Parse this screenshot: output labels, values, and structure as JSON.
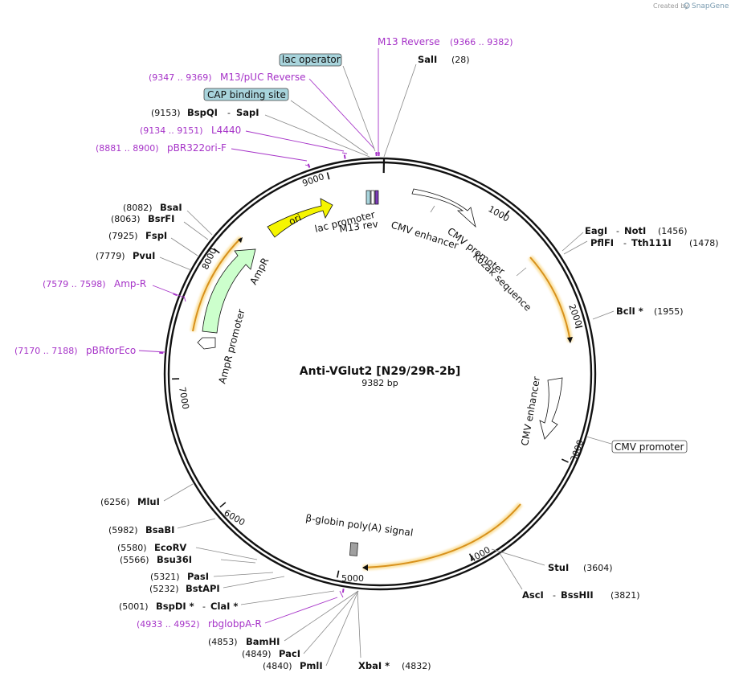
{
  "credit": {
    "text": "Created by",
    "brand": "SnapGene"
  },
  "plasmid": {
    "name": "Anti-VGlut2 [N29/29R-2b]",
    "length": "9382 bp",
    "total_bp": 9382
  },
  "ticks": [
    {
      "bp": 1000,
      "label": "1000"
    },
    {
      "bp": 2000,
      "label": "2000"
    },
    {
      "bp": 3000,
      "label": "3000"
    },
    {
      "bp": 4000,
      "label": "4000"
    },
    {
      "bp": 5000,
      "label": "5000"
    },
    {
      "bp": 6000,
      "label": "6000"
    },
    {
      "bp": 7000,
      "label": "7000"
    },
    {
      "bp": 8000,
      "label": "8000"
    },
    {
      "bp": 9000,
      "label": "9000"
    }
  ],
  "sites": [
    {
      "id": "sali",
      "bp": 28,
      "names": [
        "SalI"
      ],
      "pos": "(28)"
    },
    {
      "id": "eagi",
      "bp": 1456,
      "names": [
        "EagI",
        "NotI"
      ],
      "pos": "(1456)"
    },
    {
      "id": "pflfi",
      "bp": 1478,
      "names": [
        "PflFI",
        "Tth111I"
      ],
      "pos": "(1478)"
    },
    {
      "id": "bcli",
      "bp": 1955,
      "names": [
        "BclI *"
      ],
      "pos": "(1955)"
    },
    {
      "id": "stui",
      "bp": 3604,
      "names": [
        "StuI"
      ],
      "pos": "(3604)"
    },
    {
      "id": "asci",
      "bp": 3821,
      "names": [
        "AscI",
        "BssHII"
      ],
      "pos": "(3821)"
    },
    {
      "id": "xbai",
      "bp": 4832,
      "names": [
        "XbaI *"
      ],
      "pos": "(4832)"
    },
    {
      "id": "pmli",
      "bp": 4840,
      "names": [
        "PmlI"
      ],
      "pos": "(4840)"
    },
    {
      "id": "paci",
      "bp": 4849,
      "names": [
        "PacI"
      ],
      "pos": "(4849)"
    },
    {
      "id": "bamhi",
      "bp": 4853,
      "names": [
        "BamHI"
      ],
      "pos": "(4853)"
    },
    {
      "id": "bspdi",
      "bp": 5001,
      "names": [
        "BspDI *",
        "ClaI *"
      ],
      "pos": "(5001)"
    },
    {
      "id": "bstapi",
      "bp": 5232,
      "names": [
        "BstAPI"
      ],
      "pos": "(5232)"
    },
    {
      "id": "pasi",
      "bp": 5321,
      "names": [
        "PasI"
      ],
      "pos": "(5321)"
    },
    {
      "id": "bsu36i",
      "bp": 5566,
      "names": [
        "Bsu36I"
      ],
      "pos": "(5566)"
    },
    {
      "id": "ecorv",
      "bp": 5580,
      "names": [
        "EcoRV"
      ],
      "pos": "(5580)"
    },
    {
      "id": "bsabi",
      "bp": 5982,
      "names": [
        "BsaBI"
      ],
      "pos": "(5982)"
    },
    {
      "id": "mlui",
      "bp": 6256,
      "names": [
        "MluI"
      ],
      "pos": "(6256)"
    },
    {
      "id": "pvui",
      "bp": 7779,
      "names": [
        "PvuI"
      ],
      "pos": "(7779)"
    },
    {
      "id": "fspi",
      "bp": 7925,
      "names": [
        "FspI"
      ],
      "pos": "(7925)"
    },
    {
      "id": "bsrfi",
      "bp": 8063,
      "names": [
        "BsrFI"
      ],
      "pos": "(8063)"
    },
    {
      "id": "bsai",
      "bp": 8082,
      "names": [
        "BsaI"
      ],
      "pos": "(8082)"
    },
    {
      "id": "bspqi",
      "bp": 9153,
      "names": [
        "BspQI",
        "SapI"
      ],
      "pos": "(9153)"
    }
  ],
  "primers": [
    {
      "id": "m13rev",
      "name": "M13 Reverse",
      "pos": "(9366 .. 9382)",
      "bp": 9374
    },
    {
      "id": "m13puc",
      "name": "M13/pUC Reverse",
      "pos": "(9347 .. 9369)",
      "bp": 9358
    },
    {
      "id": "l4440",
      "name": "L4440",
      "pos": "(9134 .. 9151)",
      "bp": 9142
    },
    {
      "id": "pbr322",
      "name": "pBR322ori-F",
      "pos": "(8881 .. 8900)",
      "bp": 8890
    },
    {
      "id": "ampr",
      "name": "Amp-R",
      "pos": "(7579 .. 7598)",
      "bp": 7588
    },
    {
      "id": "pbrforeco",
      "name": "pBRforEco",
      "pos": "(7170 .. 7188)",
      "bp": 7179
    },
    {
      "id": "rbglob",
      "name": "rbglobpA-R",
      "pos": "(4933 .. 4952)",
      "bp": 4942
    }
  ],
  "boxed_features": [
    {
      "id": "lacop",
      "label": "lac operator",
      "fill": "#a8d4dc"
    },
    {
      "id": "cap",
      "label": "CAP binding site",
      "fill": "#a8d4dc"
    },
    {
      "id": "cmvprom_out",
      "label": "CMV promoter",
      "fill": "#ffffff"
    }
  ],
  "features": [
    {
      "id": "ori",
      "label": "ori",
      "color": "#f5f500"
    },
    {
      "id": "ampr",
      "label": "AmpR",
      "color": "#ccffcc"
    },
    {
      "id": "amprprom",
      "label": "AmpR promoter",
      "color": "#ffffff"
    },
    {
      "id": "lacprom",
      "label": "lac promoter",
      "color": "#ffffff"
    },
    {
      "id": "m13rev",
      "label": "M13 rev",
      "color": "#ffffff"
    },
    {
      "id": "cmvenh1",
      "label": "CMV enhancer",
      "color": "#ffffff"
    },
    {
      "id": "cmvprom1",
      "label": "CMV promoter",
      "color": "#ffffff"
    },
    {
      "id": "kozak",
      "label": "Kozak sequence",
      "color": "#ffffff"
    },
    {
      "id": "cmvenh2",
      "label": "CMV enhancer",
      "color": "#ffffff"
    },
    {
      "id": "globin",
      "label": "β-globin poly(A) signal",
      "color": "#a0a0a0"
    }
  ],
  "colors": {
    "orf": "#f0a020",
    "orf_glow": "#fbe3a6",
    "primer": "#a633c8",
    "backbone": "#111111",
    "box_teal": "#a8d4dc"
  }
}
